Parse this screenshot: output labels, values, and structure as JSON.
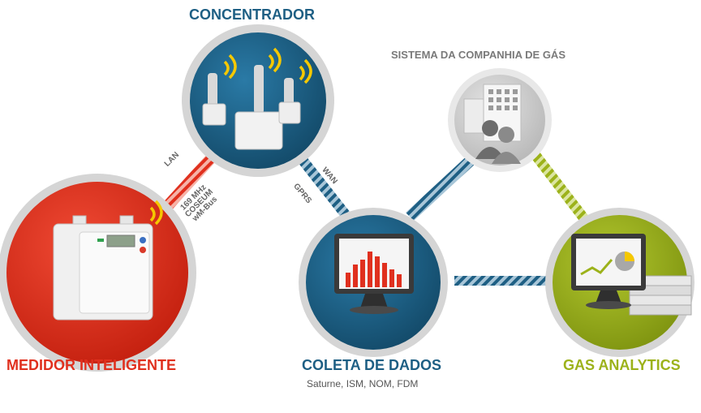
{
  "nodes": {
    "concentrador": {
      "label": "CONCENTRADOR"
    },
    "sistema": {
      "label": "SISTEMA DA COMPANHIA DE GÁS"
    },
    "medidor": {
      "label": "MEDIDOR INTELIGENTE"
    },
    "coleta": {
      "label": "COLETA DE DADOS",
      "sublabel": "Saturne, ISM, NOM, FDM"
    },
    "gas": {
      "label": "GAS ANALYTICS"
    }
  },
  "links": {
    "lan": "LAN",
    "mhz": "169 MHz",
    "coseum": "COSEUM",
    "wmbus": "wM-Bus",
    "wan": "WAN",
    "gprs": "GPRS"
  },
  "colors": {
    "red": "#e0301e",
    "blue": "#1e5f84",
    "green": "#9cb21a",
    "gray": "#7a7a7a"
  },
  "icons": [
    "gas-meter-icon",
    "antenna-icon",
    "monitor-chart-icon",
    "building-users-icon",
    "analytics-monitor-icon"
  ]
}
